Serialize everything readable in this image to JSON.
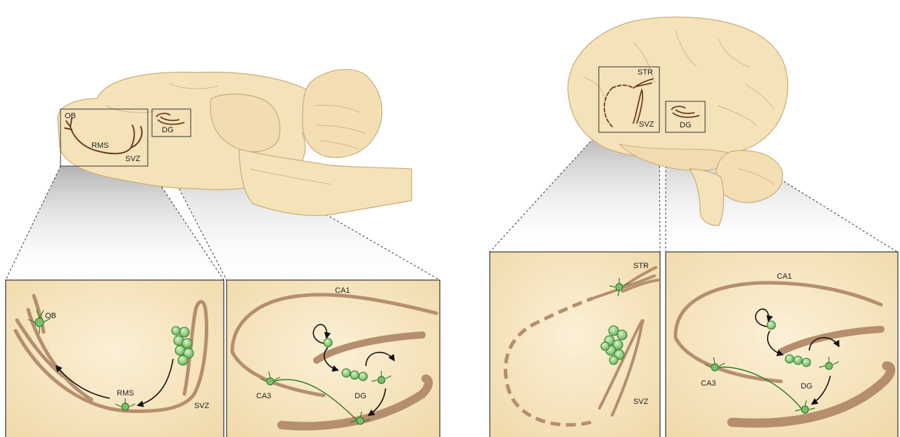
{
  "rodent": {
    "overview_labels": {
      "ob": "OB",
      "rms": "RMS",
      "svz": "SVZ",
      "dg": "DG"
    },
    "svz_panel_labels": {
      "ob": "OB",
      "rms": "RMS",
      "svz": "SVZ"
    },
    "dg_panel_labels": {
      "ca1": "CA1",
      "ca3": "CA3",
      "dg": "DG"
    }
  },
  "human": {
    "overview_labels": {
      "str": "STR",
      "svz": "SVZ",
      "dg": "DG"
    },
    "svz_panel_labels": {
      "str": "STR",
      "svz": "SVZ"
    },
    "dg_panel_labels": {
      "ca1": "CA1",
      "ca3": "CA3",
      "dg": "DG"
    }
  },
  "colors": {
    "brain_fill": "#f4e2b8",
    "brain_stroke": "#c9ab7a",
    "panel_fill": "#f6e6c3",
    "pathway": "#b58f6d",
    "pathway_dark": "#6b3f22",
    "neuron_green": "#7ac06a",
    "neuron_dark": "#2f7a2a",
    "arrow": "#111111"
  }
}
